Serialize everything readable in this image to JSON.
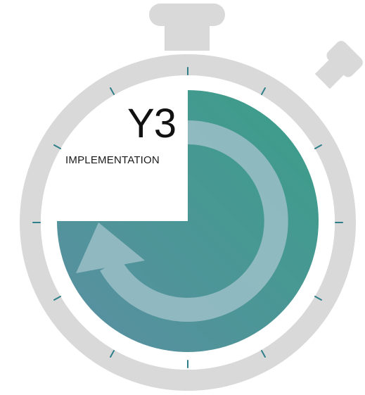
{
  "stopwatch": {
    "year_label": "Y3",
    "phase_label": "IMPLEMENTATION",
    "progress_fraction": 0.75
  },
  "colors": {
    "frame": "#d9d9d9",
    "face": "#ffffff",
    "tick": "#2f7f8a",
    "sector_start": "#3a9e88",
    "sector_end": "#5b8fa3",
    "arrow": "#9bbfc8"
  }
}
